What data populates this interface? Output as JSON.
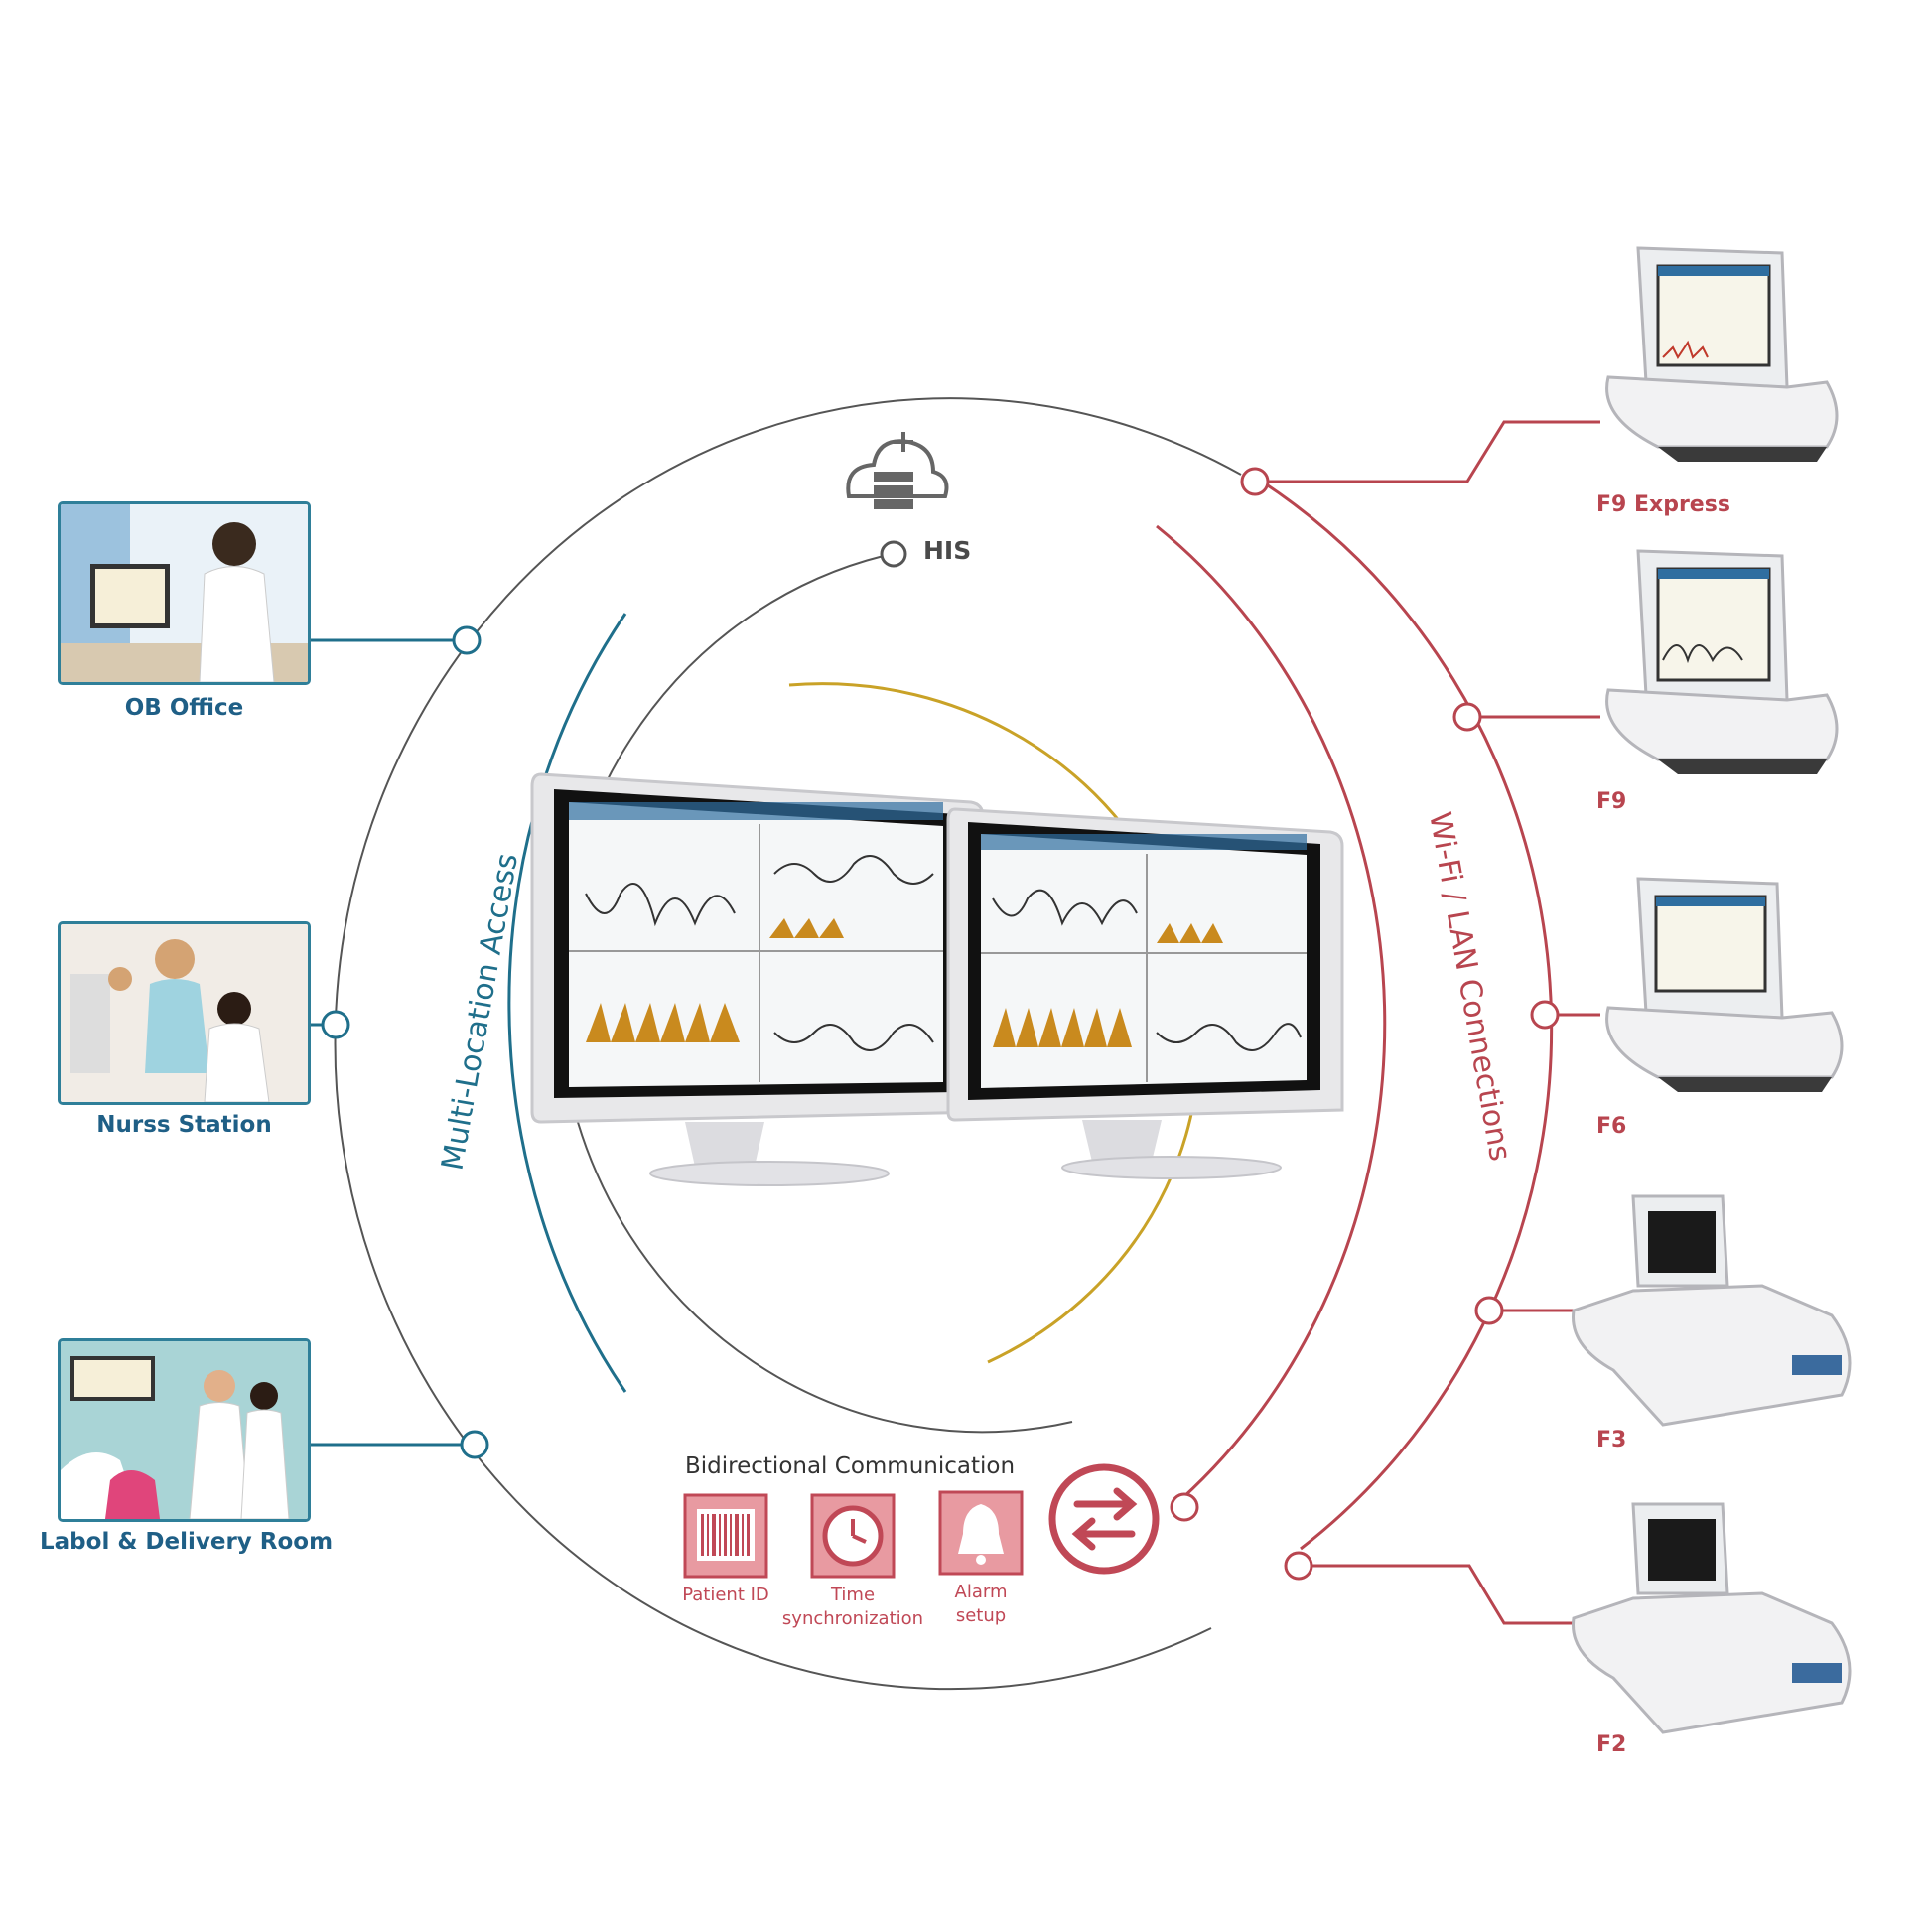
{
  "his_label": "HIS",
  "left_arc_label": "Multi-Location Access",
  "right_arc_label": "Wi-Fi / LAN Connections",
  "locations": [
    {
      "label": "OB Office"
    },
    {
      "label": "Nurss Station"
    },
    {
      "label": "Labol & Delivery Room"
    }
  ],
  "devices": [
    {
      "label": "F9 Express"
    },
    {
      "label": "F9"
    },
    {
      "label": "F6"
    },
    {
      "label": "F3"
    },
    {
      "label": "F2"
    }
  ],
  "bidirectional": {
    "title": "Bidirectional Communication",
    "features": [
      {
        "label_line1": "Patient ID",
        "label_line2": "",
        "icon": "barcode-icon"
      },
      {
        "label_line1": "Time",
        "label_line2": "synchronization",
        "icon": "clock-icon"
      },
      {
        "label_line1": "Alarm",
        "label_line2": "setup",
        "icon": "bell-icon"
      }
    ],
    "exchange_icon": "exchange-arrows-icon"
  },
  "colors": {
    "teal": "#1f6f8b",
    "red": "#b8454f",
    "gold": "#c9a227",
    "gray": "#555555",
    "wave_orange": "#c98a1e"
  }
}
